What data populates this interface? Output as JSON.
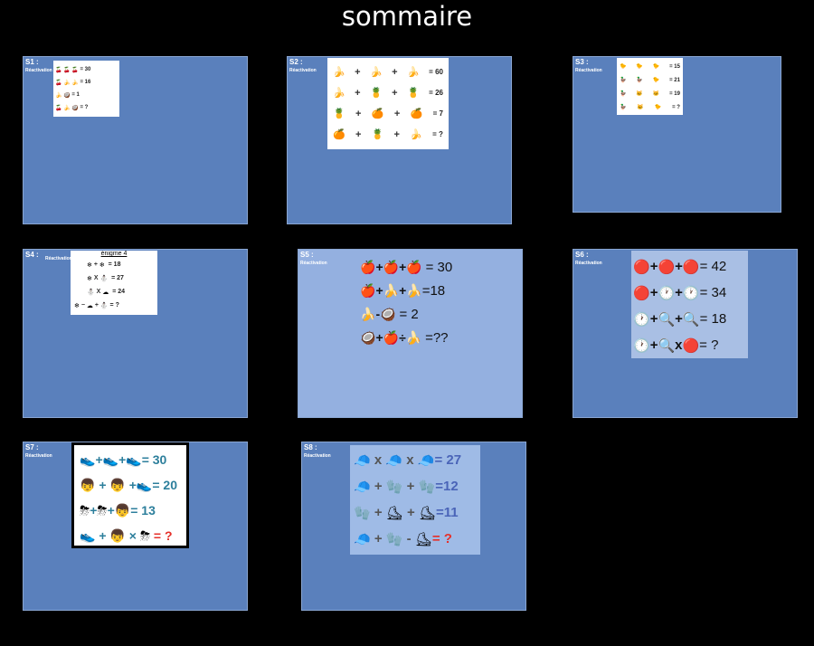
{
  "page": {
    "title": "sommaire"
  },
  "slides": [
    {
      "label": "S1 :",
      "subtitle": "Réactivation",
      "results": [
        "= 30",
        "= 16",
        "= 1",
        "= ?"
      ]
    },
    {
      "label": "S2 :",
      "subtitle": "Réactivation",
      "results": [
        "= 60",
        "= 26",
        "= 7",
        "= ?"
      ]
    },
    {
      "label": "S3 :",
      "subtitle": "Réactivation",
      "results": [
        "= 15",
        "= 21",
        "= 19",
        "= ?"
      ]
    },
    {
      "label": "S4 :",
      "subtitle": "Réactivation",
      "puzzle_title": "énigme 4",
      "results": [
        "= 18",
        "= 27",
        "= 24",
        "= ?"
      ]
    },
    {
      "label": "S5 :",
      "subtitle": "Réactivation",
      "results": [
        "= 30",
        "=18",
        "= 2",
        "=??"
      ]
    },
    {
      "label": "S6 :",
      "subtitle": "Réactivation",
      "results": [
        "= 42",
        "= 34",
        "= 18",
        "= ?"
      ]
    },
    {
      "label": "S7 :",
      "subtitle": "Réactivation",
      "results": [
        "= 30",
        "= 20",
        "= 13",
        "= ?"
      ]
    },
    {
      "label": "S8 :",
      "subtitle": "Réactivation",
      "results": [
        "= 27",
        "=12",
        "=11",
        "= ?"
      ]
    }
  ]
}
